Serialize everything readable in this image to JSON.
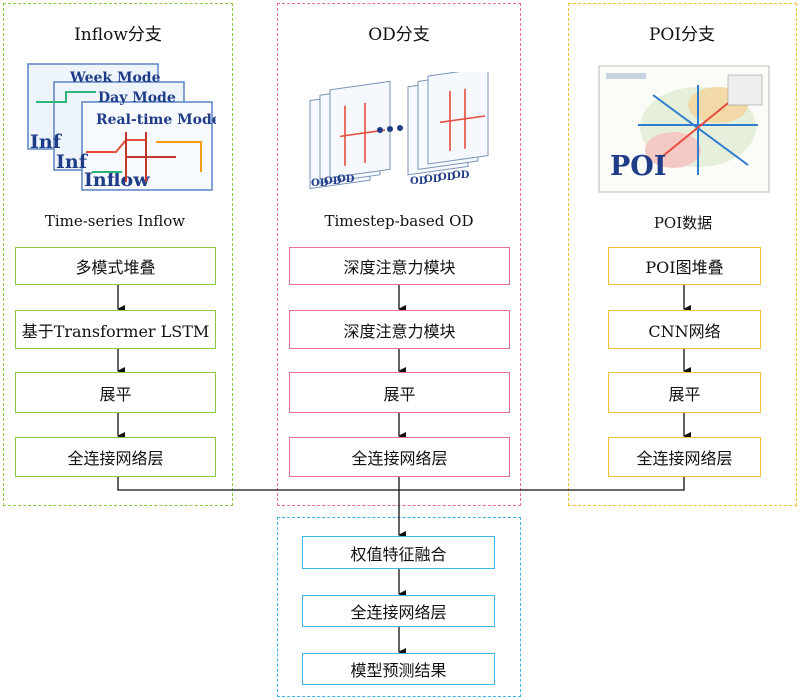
{
  "branches": {
    "inflow": {
      "title": "Inflow分支",
      "caption": "Time-series Inflow",
      "image_labels": [
        "Week Mode",
        "Day Mode",
        "Real-time Mode",
        "Inflow",
        "Inf",
        "Inf"
      ],
      "steps": [
        "多模式堆叠",
        "基于Transformer LSTM",
        "展平",
        "全连接网络层"
      ]
    },
    "od": {
      "title": "OD分支",
      "caption": "Timestep-based OD",
      "image_labels": [
        "OD",
        "OD",
        "OD",
        "OD",
        "OD",
        "OD",
        "OD"
      ],
      "steps": [
        "深度注意力模块",
        "深度注意力模块",
        "展平",
        "全连接网络层"
      ]
    },
    "poi": {
      "title": "POI分支",
      "caption": "POI数据",
      "image_labels": [
        "POI"
      ],
      "steps": [
        "POI图堆叠",
        "CNN网络",
        "展平",
        "全连接网络层"
      ]
    }
  },
  "fusion": {
    "steps": [
      "权值特征融合",
      "全连接网络层",
      "模型预测结果"
    ]
  },
  "colors": {
    "inflow": "#8dc63f",
    "od": "#ea6f93",
    "poi": "#f2c233",
    "fusion": "#3db3e8"
  }
}
